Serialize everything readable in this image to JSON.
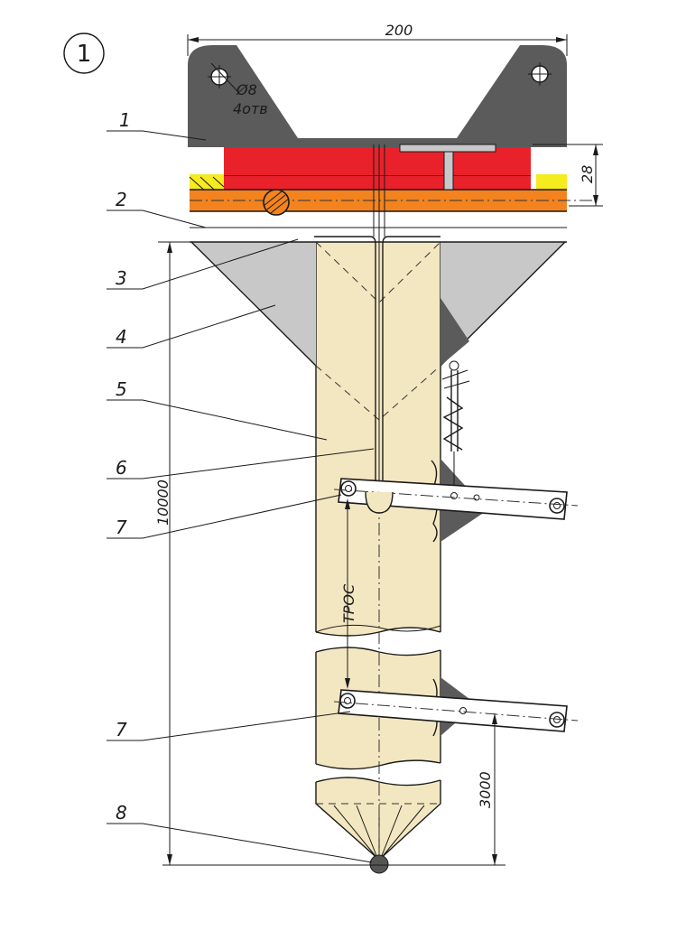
{
  "figure_number": "1",
  "dimensions": {
    "width": "200",
    "height_top": "28",
    "total_length": "10000",
    "lower_offset": "3000"
  },
  "hole_note": {
    "diameter": "Ø8",
    "count": "4отв"
  },
  "rope_label": "ТРОС",
  "callouts": [
    "1",
    "2",
    "3",
    "4",
    "5",
    "6",
    "7",
    "7",
    "8"
  ],
  "colors": {
    "red_block": "#e8212b",
    "orange_bar": "#f2831f",
    "yellow_block": "#f5eb1e",
    "pile_body": "#f3e7c1",
    "steel_dark": "#5b5b5b",
    "steel_light": "#c8c8c8",
    "cut_gray": "#d4d4d8"
  }
}
